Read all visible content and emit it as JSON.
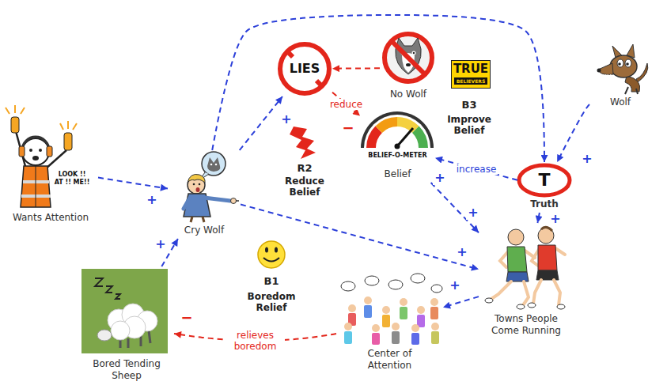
{
  "diagram": {
    "nodes": [
      {
        "text": [
          "LOOK !! AT !! ME!!",
          "Wants Attention"
        ]
      },
      {
        "text": [
          "Cry Wolf"
        ]
      },
      {
        "text": [
          "LIES"
        ]
      },
      {
        "text": [
          "No Wolf"
        ]
      },
      {
        "text": [
          "BELIEF-O-METER",
          "Belief"
        ]
      },
      {
        "text": [
          "Wolf"
        ]
      },
      {
        "text": [
          "T",
          "Truth"
        ]
      },
      {
        "text": [
          "Towns People Come Running"
        ]
      },
      {
        "text": [
          "Center of Attention"
        ]
      },
      {
        "text": [
          "Bored Tending Sheep"
        ]
      },
      {
        "text": [
          "TRUE",
          "BELIEVERS"
        ]
      }
    ],
    "edges": [
      {
        "from": 0,
        "to": 1,
        "arrow": "to"
      },
      {
        "from": 9,
        "to": 1,
        "arrow": "to"
      },
      {
        "from": 1,
        "to": 2,
        "arrow": "to"
      },
      {
        "from": 3,
        "to": 2,
        "arrow": "to"
      },
      {
        "from": 2,
        "to": 4,
        "label": "reduce",
        "arrow": "to"
      },
      {
        "from": 1,
        "to": 6,
        "arrow": "to"
      },
      {
        "from": 5,
        "to": 6,
        "arrow": "to"
      },
      {
        "from": 6,
        "to": 4,
        "label": "increase",
        "arrow": "to"
      },
      {
        "from": 4,
        "to": 7,
        "arrow": "to"
      },
      {
        "from": 6,
        "to": 7,
        "arrow": "to"
      },
      {
        "from": 1,
        "to": 7,
        "arrow": "to"
      },
      {
        "from": 7,
        "to": 8,
        "arrow": "to"
      },
      {
        "from": 8,
        "to": 9,
        "label": "relieves boredom",
        "arrow": "to"
      }
    ],
    "labels": [
      "B3",
      "Improve Belief",
      "R2",
      "Reduce Belief",
      "B1",
      "Boredom Relief",
      "+",
      "+",
      "+",
      "−",
      "+",
      "+",
      "+",
      "+",
      "+",
      "+",
      "−"
    ]
  }
}
